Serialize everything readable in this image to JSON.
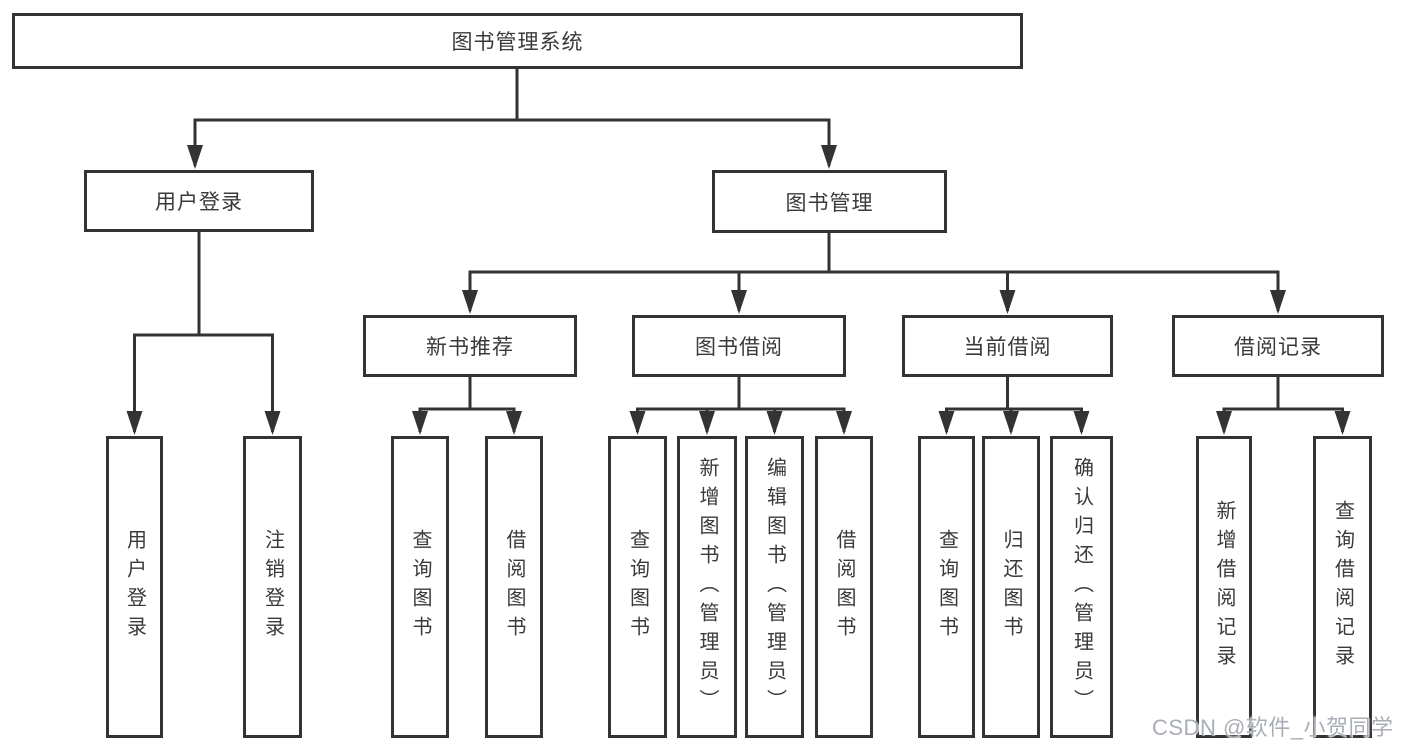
{
  "diagram": {
    "root": {
      "label": "图书管理系统"
    },
    "branches": [
      {
        "label": "用户登录",
        "leaves": [
          {
            "label": "用户登录"
          },
          {
            "label": "注销登录"
          }
        ]
      },
      {
        "label": "图书管理",
        "groups": [
          {
            "label": "新书推荐",
            "leaves": [
              {
                "label": "查询图书"
              },
              {
                "label": "借阅图书"
              }
            ]
          },
          {
            "label": "图书借阅",
            "leaves": [
              {
                "label": "查询图书"
              },
              {
                "label": "新增图书（管理员）"
              },
              {
                "label": "编辑图书（管理员）"
              },
              {
                "label": "借阅图书"
              }
            ]
          },
          {
            "label": "当前借阅",
            "leaves": [
              {
                "label": "查询图书"
              },
              {
                "label": "归还图书"
              },
              {
                "label": "确认归还（管理员）"
              }
            ]
          },
          {
            "label": "借阅记录",
            "leaves": [
              {
                "label": "新增借阅记录"
              },
              {
                "label": "查询借阅记录"
              }
            ]
          }
        ]
      }
    ]
  },
  "watermark": {
    "text": "CSDN @软件_小贺同学"
  },
  "colors": {
    "line": "#333333",
    "box_border": "#333333",
    "text": "#3a3a3a",
    "background": "#ffffff",
    "watermark": "#a9aeb6"
  }
}
